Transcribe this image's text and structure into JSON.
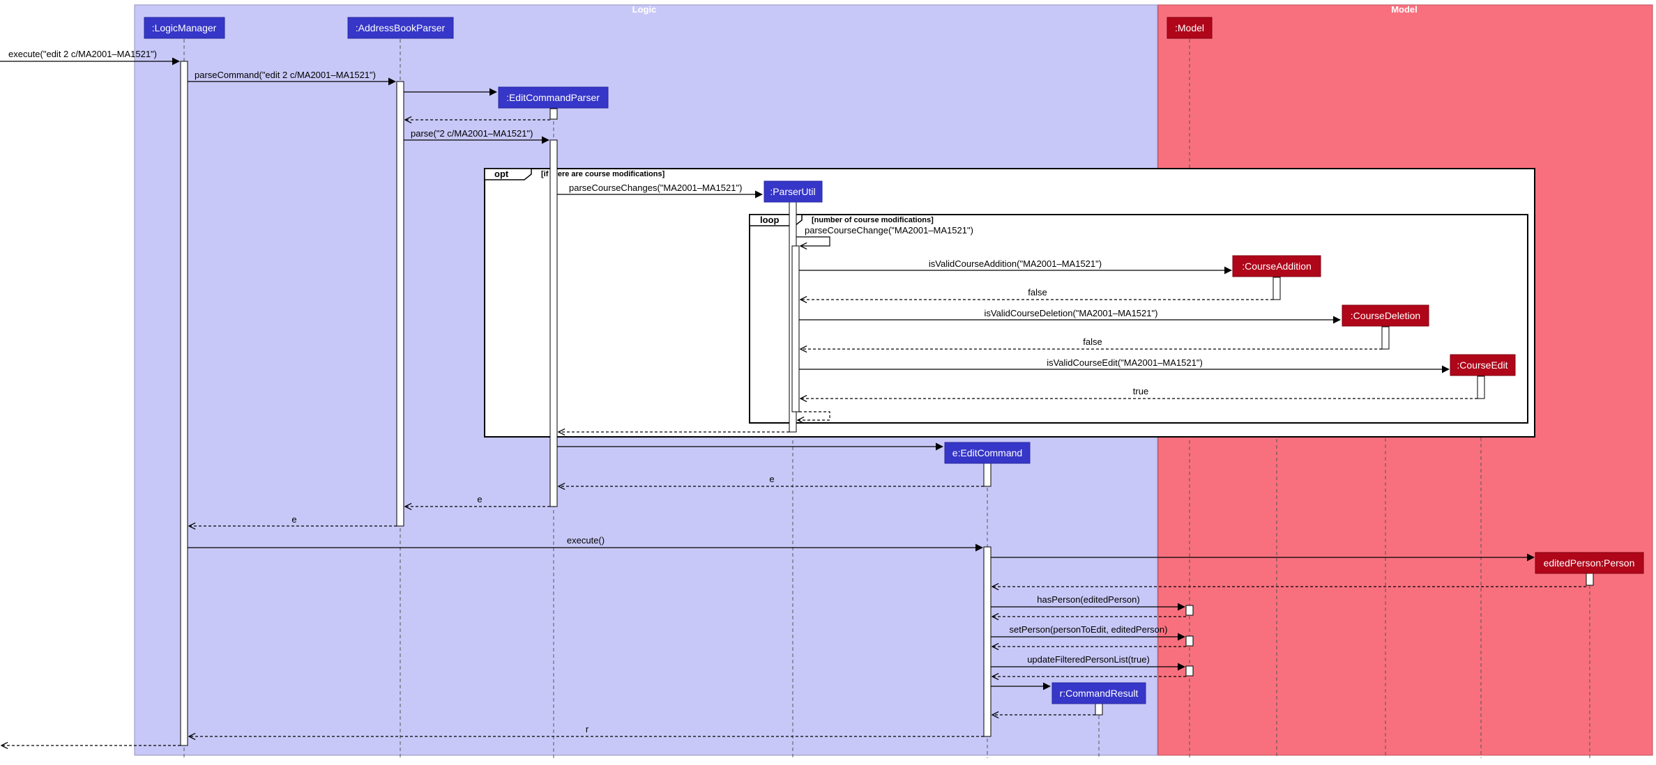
{
  "diagram": {
    "type": "sequence",
    "colors": {
      "logic_box": "#c8c8f8",
      "logic_participant": "#3636c8",
      "model_box": "#f8707e",
      "model_participant": "#b0061a",
      "participant_text": "#ffffff",
      "line": "#000000"
    },
    "boxes": [
      {
        "id": "logic",
        "title": "Logic"
      },
      {
        "id": "model",
        "title": "Model"
      }
    ],
    "participants": [
      {
        "id": "lm",
        "label": ":LogicManager"
      },
      {
        "id": "abp",
        "label": ":AddressBookParser"
      },
      {
        "id": "ecp",
        "label": ":EditCommandParser"
      },
      {
        "id": "pu",
        "label": ":ParserUtil"
      },
      {
        "id": "ec",
        "label": "e:EditCommand"
      },
      {
        "id": "cr",
        "label": "r:CommandResult"
      },
      {
        "id": "model",
        "label": ":Model"
      },
      {
        "id": "ca",
        "label": ":CourseAddition"
      },
      {
        "id": "cd",
        "label": ":CourseDeletion"
      },
      {
        "id": "ce",
        "label": ":CourseEdit"
      },
      {
        "id": "ep",
        "label": "editedPerson:Person"
      }
    ],
    "fragments": [
      {
        "id": "opt",
        "keyword": "opt",
        "guard": "[if there are course  modifications]"
      },
      {
        "id": "loop",
        "keyword": "loop",
        "guard": "[number of course modifications]"
      }
    ],
    "messages": [
      {
        "id": "m1",
        "from": "ext",
        "to": "lm",
        "label": "execute(\"edit 2 c/MA2001–MA1521\")",
        "style": "sync"
      },
      {
        "id": "m2",
        "from": "lm",
        "to": "abp",
        "label": "parseCommand(\"edit 2 c/MA2001–MA1521\")",
        "style": "sync"
      },
      {
        "id": "m3",
        "from": "abp",
        "to": "ecp",
        "label": "",
        "style": "create"
      },
      {
        "id": "m4",
        "from": "ecp",
        "to": "abp",
        "label": "",
        "style": "return"
      },
      {
        "id": "m5",
        "from": "abp",
        "to": "ecp",
        "label": "parse(\"2 c/MA2001–MA1521\")",
        "style": "sync"
      },
      {
        "id": "m6",
        "from": "ecp",
        "to": "pu",
        "label": "parseCourseChanges(\"MA2001–MA1521\")",
        "style": "sync"
      },
      {
        "id": "m7",
        "from": "pu",
        "to": "pu",
        "label": "parseCourseChange(\"MA2001–MA1521\")",
        "style": "self"
      },
      {
        "id": "m8",
        "from": "pu",
        "to": "ca",
        "label": "isValidCourseAddition(\"MA2001–MA1521\")",
        "style": "sync"
      },
      {
        "id": "m9",
        "from": "ca",
        "to": "pu",
        "label": "false",
        "style": "return"
      },
      {
        "id": "m10",
        "from": "pu",
        "to": "cd",
        "label": "isValidCourseDeletion(\"MA2001–MA1521\")",
        "style": "sync"
      },
      {
        "id": "m11",
        "from": "cd",
        "to": "pu",
        "label": "false",
        "style": "return"
      },
      {
        "id": "m12",
        "from": "pu",
        "to": "ce",
        "label": "isValidCourseEdit(\"MA2001–MA1521\")",
        "style": "sync"
      },
      {
        "id": "m13",
        "from": "ce",
        "to": "pu",
        "label": "true",
        "style": "return"
      },
      {
        "id": "m14",
        "from": "pu",
        "to": "pu",
        "label": "",
        "style": "self-return"
      },
      {
        "id": "m15",
        "from": "pu",
        "to": "ecp",
        "label": "",
        "style": "return"
      },
      {
        "id": "m16",
        "from": "ecp",
        "to": "ec",
        "label": "",
        "style": "create"
      },
      {
        "id": "m17",
        "from": "ec",
        "to": "ecp",
        "label": "e",
        "style": "return"
      },
      {
        "id": "m18",
        "from": "ecp",
        "to": "abp",
        "label": "e",
        "style": "return"
      },
      {
        "id": "m19",
        "from": "abp",
        "to": "lm",
        "label": "e",
        "style": "return"
      },
      {
        "id": "m20",
        "from": "lm",
        "to": "ec",
        "label": "execute()",
        "style": "sync"
      },
      {
        "id": "m21",
        "from": "ec",
        "to": "ep",
        "label": "",
        "style": "create"
      },
      {
        "id": "m22",
        "from": "ep",
        "to": "ec",
        "label": "",
        "style": "return"
      },
      {
        "id": "m23",
        "from": "ec",
        "to": "model",
        "label": "hasPerson(editedPerson)",
        "style": "sync"
      },
      {
        "id": "m24",
        "from": "model",
        "to": "ec",
        "label": "",
        "style": "return"
      },
      {
        "id": "m25",
        "from": "ec",
        "to": "model",
        "label": "setPerson(personToEdit, editedPerson)",
        "style": "sync"
      },
      {
        "id": "m26",
        "from": "model",
        "to": "ec",
        "label": "",
        "style": "return"
      },
      {
        "id": "m27",
        "from": "ec",
        "to": "model",
        "label": "updateFilteredPersonList(true)",
        "style": "sync"
      },
      {
        "id": "m28",
        "from": "model",
        "to": "ec",
        "label": "",
        "style": "return"
      },
      {
        "id": "m29",
        "from": "ec",
        "to": "cr",
        "label": "",
        "style": "create"
      },
      {
        "id": "m30",
        "from": "cr",
        "to": "ec",
        "label": "",
        "style": "return"
      },
      {
        "id": "m31",
        "from": "ec",
        "to": "lm",
        "label": "r",
        "style": "return"
      },
      {
        "id": "m32",
        "from": "lm",
        "to": "ext",
        "label": "",
        "style": "return"
      }
    ]
  }
}
